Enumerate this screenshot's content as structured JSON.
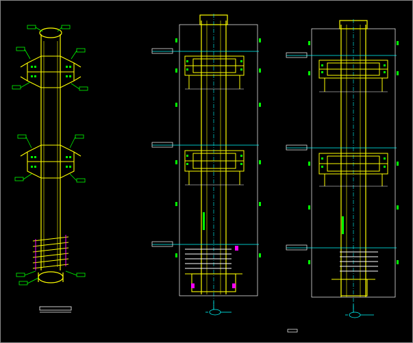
{
  "drawing": {
    "background": "#000000",
    "colors": {
      "yellow": "#ffff00",
      "white": "#ffffff",
      "green": "#00ff00",
      "cyan": "#00ffff",
      "magenta": "#ff00ff",
      "grey": "#8a8a8a"
    },
    "views": [
      {
        "id": "isometric",
        "title": "",
        "title_icon": "label-bar-icon"
      },
      {
        "id": "front-elevation",
        "levels": [
          "",
          "",
          ""
        ]
      },
      {
        "id": "side-elevation",
        "title": "",
        "levels": [
          "",
          "",
          ""
        ]
      }
    ],
    "icons": [
      "annotation-tag-icon",
      "level-marker-icon",
      "axis-bubble-icon",
      "dimension-tick-icon"
    ]
  }
}
